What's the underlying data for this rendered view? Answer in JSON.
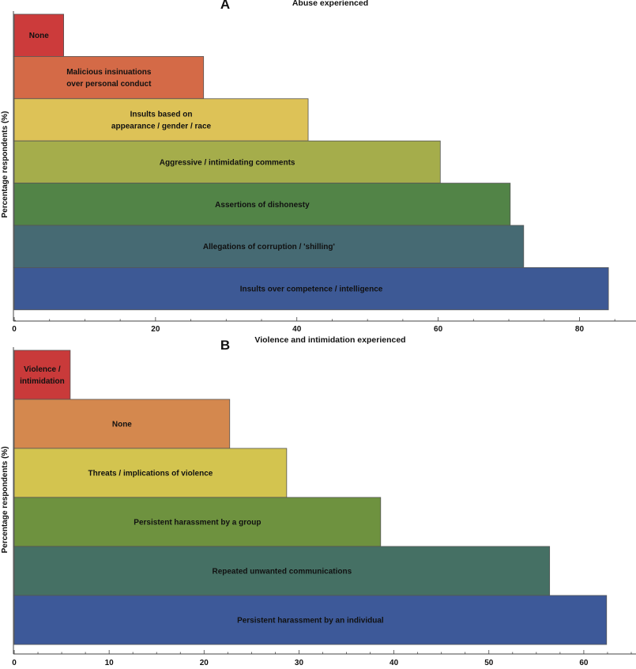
{
  "chart_data": [
    {
      "type": "bar",
      "orientation": "horizontal",
      "panel_letter": "A",
      "title": "Abuse experienced",
      "ylabel": "Percentage respondents (%)",
      "xlim": [
        0,
        88
      ],
      "x_ticks": [
        0,
        20,
        40,
        60,
        80
      ],
      "grid": false,
      "categories": [
        "None",
        "Malicious insinuations\nover personal conduct",
        "Insults based on\nappearance / gender / race",
        "Aggressive / intimidating comments",
        "Assertions of dishonesty",
        "Allegations of corruption / 'shilling'",
        "Insults over competence / intelligence"
      ],
      "values": [
        7,
        26.8,
        41.6,
        60.3,
        70.2,
        72.1,
        84.1
      ],
      "colors": [
        "#cc3b3b",
        "#d46a47",
        "#ddc257",
        "#a5ad4b",
        "#528447",
        "#466a73",
        "#3d5995"
      ]
    },
    {
      "type": "bar",
      "orientation": "horizontal",
      "panel_letter": "B",
      "title": "Violence and intimidation experienced",
      "ylabel": "Percentage respondents (%)",
      "xlim": [
        0,
        65.5
      ],
      "x_ticks": [
        0,
        10,
        20,
        30,
        40,
        50,
        60
      ],
      "grid": false,
      "categories": [
        "Violence /\nintimidation",
        "None",
        "Threats / implications of violence",
        "Persistent harassment by a group",
        "Repeated unwanted communications",
        "Persistent harassment by an individual"
      ],
      "values": [
        5.9,
        22.7,
        28.7,
        38.6,
        56.4,
        62.4
      ],
      "colors": [
        "#c93a3a",
        "#d4884e",
        "#d3c44f",
        "#6e923f",
        "#457064",
        "#3d5999"
      ]
    }
  ]
}
